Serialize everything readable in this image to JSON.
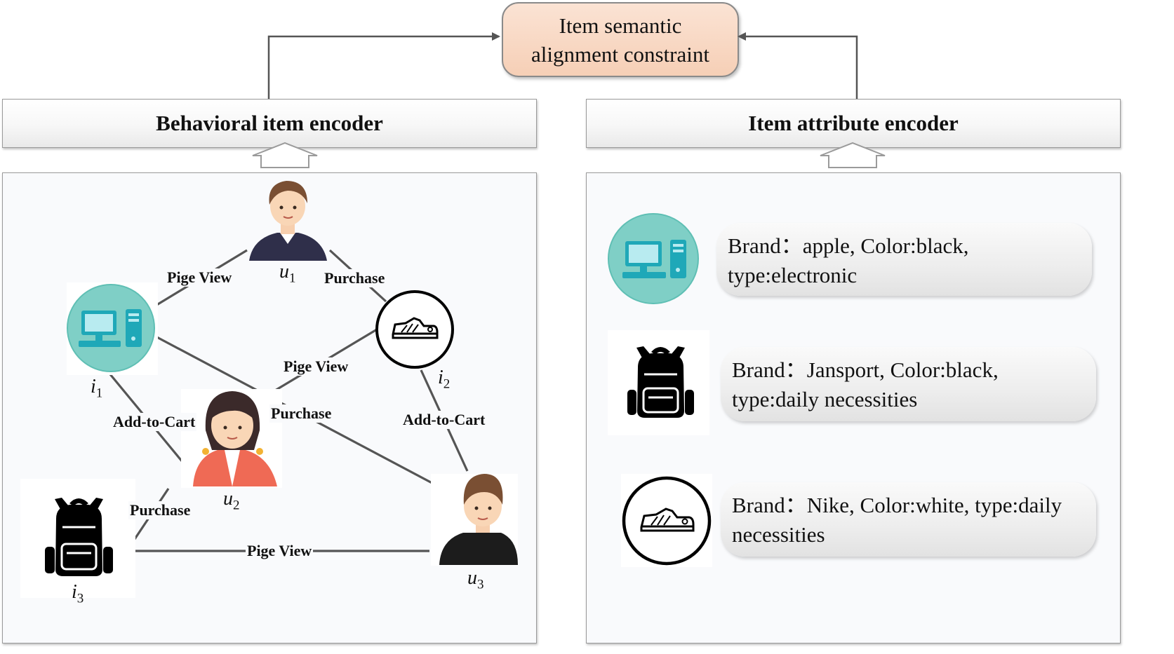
{
  "constraint": {
    "line1": "Item semantic",
    "line2": "alignment constraint"
  },
  "encoders": {
    "behavioral": "Behavioral item encoder",
    "attribute": "Item attribute encoder"
  },
  "graph": {
    "users": [
      {
        "letter": "u",
        "index": "1"
      },
      {
        "letter": "u",
        "index": "2"
      },
      {
        "letter": "u",
        "index": "3"
      }
    ],
    "items": [
      {
        "letter": "i",
        "index": "1"
      },
      {
        "letter": "i",
        "index": "2"
      },
      {
        "letter": "i",
        "index": "3"
      }
    ],
    "edges": {
      "u1_i1": "Pige View",
      "u1_i2": "Purchase",
      "u2_i2": "Pige View",
      "i1_u3": "Purchase",
      "i1_u2": "Add-to-Cart",
      "i2_u3": "Add-to-Cart",
      "u2_i3": "Purchase",
      "i3_u3": "Pige View"
    }
  },
  "attributes": [
    {
      "line1": "Brand：apple, Color:black,",
      "line2": "type:electronic",
      "icon": "computer-icon"
    },
    {
      "line1": "Brand：Jansport, Color:black,",
      "line2": "type:daily necessities",
      "icon": "backpack-icon"
    },
    {
      "line1": "Brand：Nike, Color:white, type:daily",
      "line2": "necessities",
      "icon": "sneaker-icon"
    }
  ],
  "colors": {
    "constraint_fill": "#f6cfb6",
    "computer_circle": "#7fcfc6",
    "computer_glyph": "#1fa8b8",
    "user_shirt_navy": "#2f2f4a",
    "user2_dress": "#ef6a55",
    "user3_hoodie": "#1c1c1c",
    "edge_line": "#555555"
  }
}
